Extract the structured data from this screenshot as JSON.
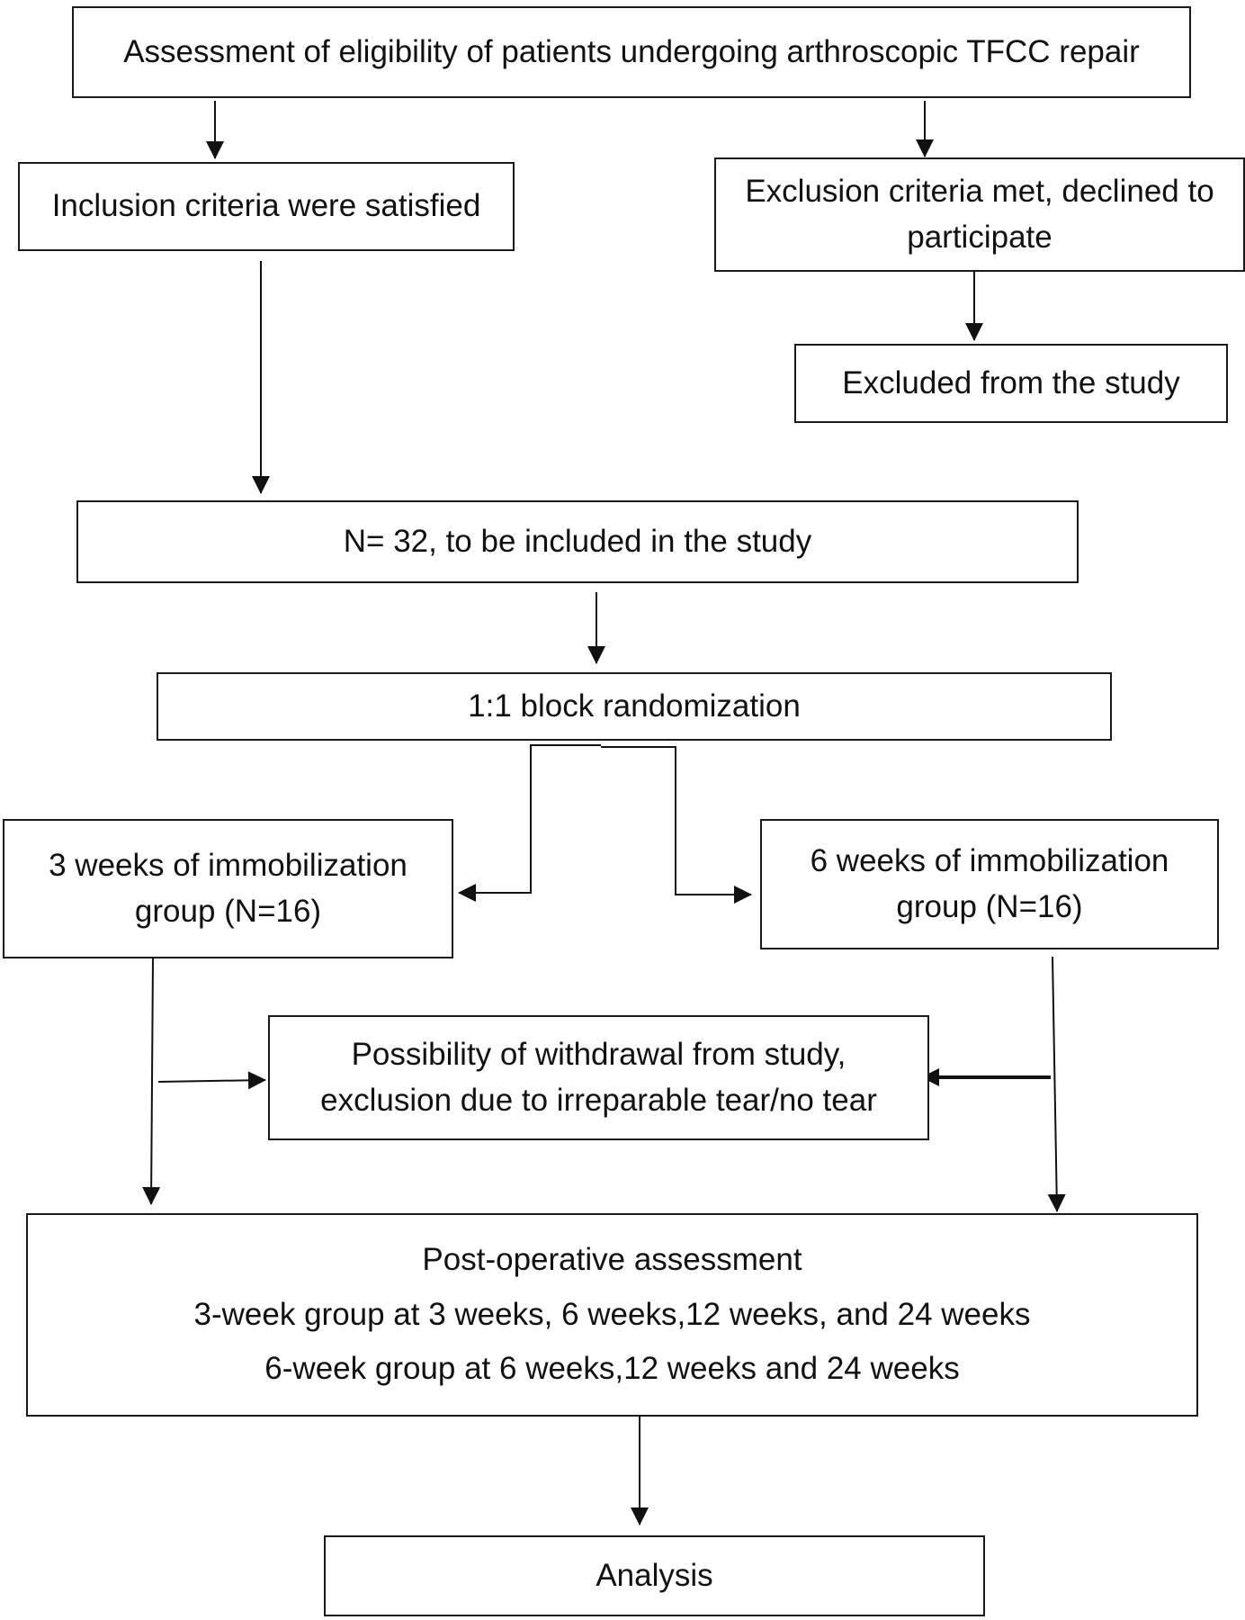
{
  "flowchart": {
    "assessment": "Assessment of eligibility of patients undergoing arthroscopic TFCC repair",
    "inclusion": "Inclusion criteria were satisfied",
    "exclusion": "Exclusion criteria met, declined to participate",
    "excluded": "Excluded from the study",
    "included": "N= 32, to be included in the study",
    "randomization": "1:1 block randomization",
    "group3": "3 weeks of immobilization group (N=16)",
    "group6": "6 weeks of immobilization group (N=16)",
    "withdrawal": "Possibility of withdrawal from study, exclusion due to irreparable tear/no tear",
    "postop": {
      "title": "Post-operative assessment",
      "line1": "3-week group at 3 weeks, 6 weeks,12 weeks, and 24 weeks",
      "line2": "6-week group at 6 weeks,12 weeks and 24 weeks"
    },
    "analysis": "Analysis"
  }
}
